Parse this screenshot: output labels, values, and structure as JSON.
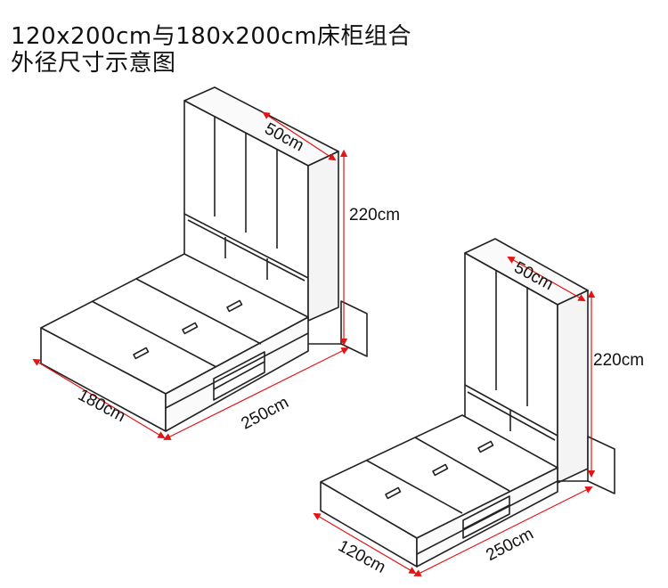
{
  "title": {
    "line1": "120x200cm与180x200cm床柜组合",
    "line2": "外径尺寸示意图"
  },
  "colors": {
    "dimension_line": "#e31414",
    "outline": "#222222",
    "panel_fill": "#ffffff"
  },
  "big_set": {
    "depth_label": "50cm",
    "height_label": "220cm",
    "width_label": "180cm",
    "length_label": "250cm"
  },
  "small_set": {
    "depth_label": "50cm",
    "height_label": "220cm",
    "width_label": "120cm",
    "length_label": "250cm"
  }
}
